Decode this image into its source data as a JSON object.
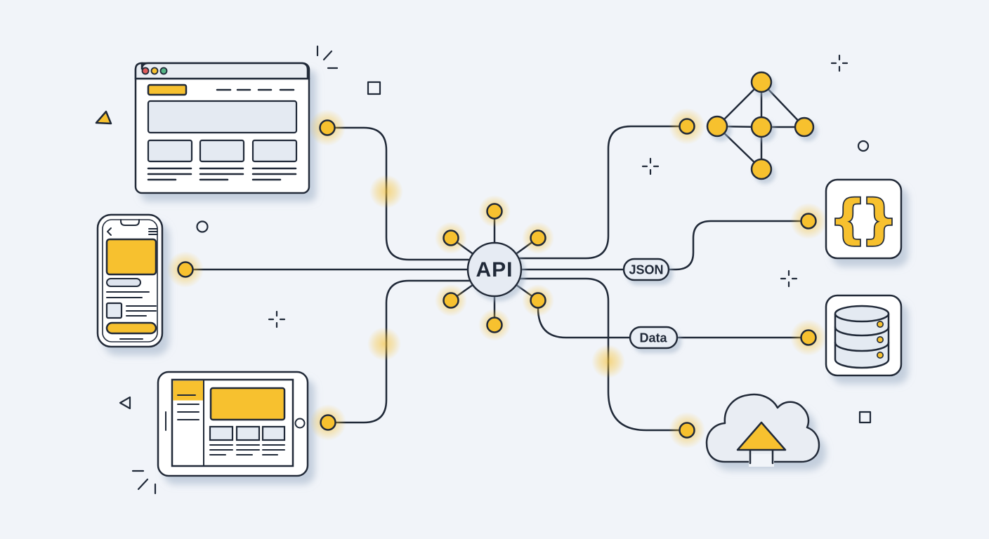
{
  "hub": {
    "label": "API"
  },
  "badges": {
    "json": "JSON",
    "data": "Data"
  },
  "code_icon": {
    "open_brace": "{",
    "close_brace": "}"
  },
  "colors": {
    "background": "#F1F4F9",
    "ink_outline": "#202938",
    "accent_yellow": "#F7C12F",
    "panel_gray": "#E4EAF2",
    "surface_white": "#FFFFFF",
    "shadow_blue_gray": "#9FB0C6",
    "traffic_light_red": "#DF5B5B",
    "traffic_light_yellow": "#F7C12F",
    "traffic_light_green": "#55B586"
  },
  "icons": {
    "left_column": [
      "browser-window-mockup",
      "smartphone-mockup",
      "tablet-mockup"
    ],
    "center": "api-hub",
    "right_column": [
      "network-graph-icon",
      "code-braces-icon",
      "database-icon",
      "cloud-upload-icon"
    ]
  }
}
